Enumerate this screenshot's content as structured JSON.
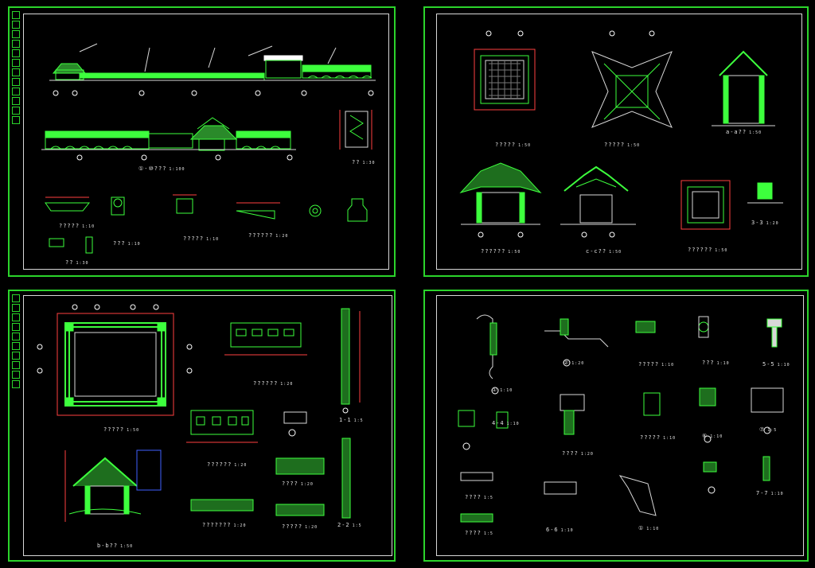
{
  "sheets": [
    {
      "title_block_rows": 12,
      "labels": [
        {
          "text": "①-⑩???",
          "scale": "1:100"
        },
        {
          "text": "??",
          "scale": "1:30"
        },
        {
          "text": "?????",
          "scale": "1:10"
        },
        {
          "text": "?????",
          "scale": "1:10"
        },
        {
          "text": "??????",
          "scale": "1:20"
        },
        {
          "text": "???",
          "scale": "1:10"
        },
        {
          "text": "??",
          "scale": "1:30"
        }
      ]
    },
    {
      "title_block_rows": 0,
      "labels": [
        {
          "text": "?????",
          "scale": "1:50"
        },
        {
          "text": "?????",
          "scale": "1:50"
        },
        {
          "text": "a-a??",
          "scale": "1:50"
        },
        {
          "text": "??????",
          "scale": "1:50"
        },
        {
          "text": "c-c??",
          "scale": "1:50"
        },
        {
          "text": "??????",
          "scale": "1:50"
        },
        {
          "text": "3-3",
          "scale": "1:20"
        }
      ]
    },
    {
      "title_block_rows": 10,
      "labels": [
        {
          "text": "?????",
          "scale": "1:50"
        },
        {
          "text": "??????",
          "scale": "1:20"
        },
        {
          "text": "1-1",
          "scale": "1:5"
        },
        {
          "text": "??????",
          "scale": "1:20"
        },
        {
          "text": "b-b??",
          "scale": "1:50"
        },
        {
          "text": "???????",
          "scale": "1:20"
        },
        {
          "text": "????",
          "scale": "1:20"
        },
        {
          "text": "2-2",
          "scale": "1:5"
        },
        {
          "text": "?????",
          "scale": "1:20"
        }
      ]
    },
    {
      "title_block_rows": 0,
      "labels": [
        {
          "text": "①",
          "scale": "1:10"
        },
        {
          "text": "②",
          "scale": "1:20"
        },
        {
          "text": "?????",
          "scale": "1:10"
        },
        {
          "text": "???",
          "scale": "1:10"
        },
        {
          "text": "5-5",
          "scale": "1:10"
        },
        {
          "text": "4-4",
          "scale": "1:10"
        },
        {
          "text": "????",
          "scale": "1:20"
        },
        {
          "text": "?????",
          "scale": "1:10"
        },
        {
          "text": "⑥",
          "scale": "1:10"
        },
        {
          "text": "⑦",
          "scale": "1:5"
        },
        {
          "text": "????",
          "scale": "1:5"
        },
        {
          "text": "6-6",
          "scale": "1:10"
        },
        {
          "text": "①",
          "scale": "1:10"
        },
        {
          "text": "7-7",
          "scale": "1:10"
        },
        {
          "text": "????",
          "scale": "1:5"
        }
      ]
    }
  ],
  "colors": {
    "frame": "#2bd42b",
    "border": "#d8d8d8",
    "line": "#3dff3d",
    "dim": "#ff4040",
    "text": "#e0e0e0",
    "grid_bubble": "#ffffff"
  }
}
